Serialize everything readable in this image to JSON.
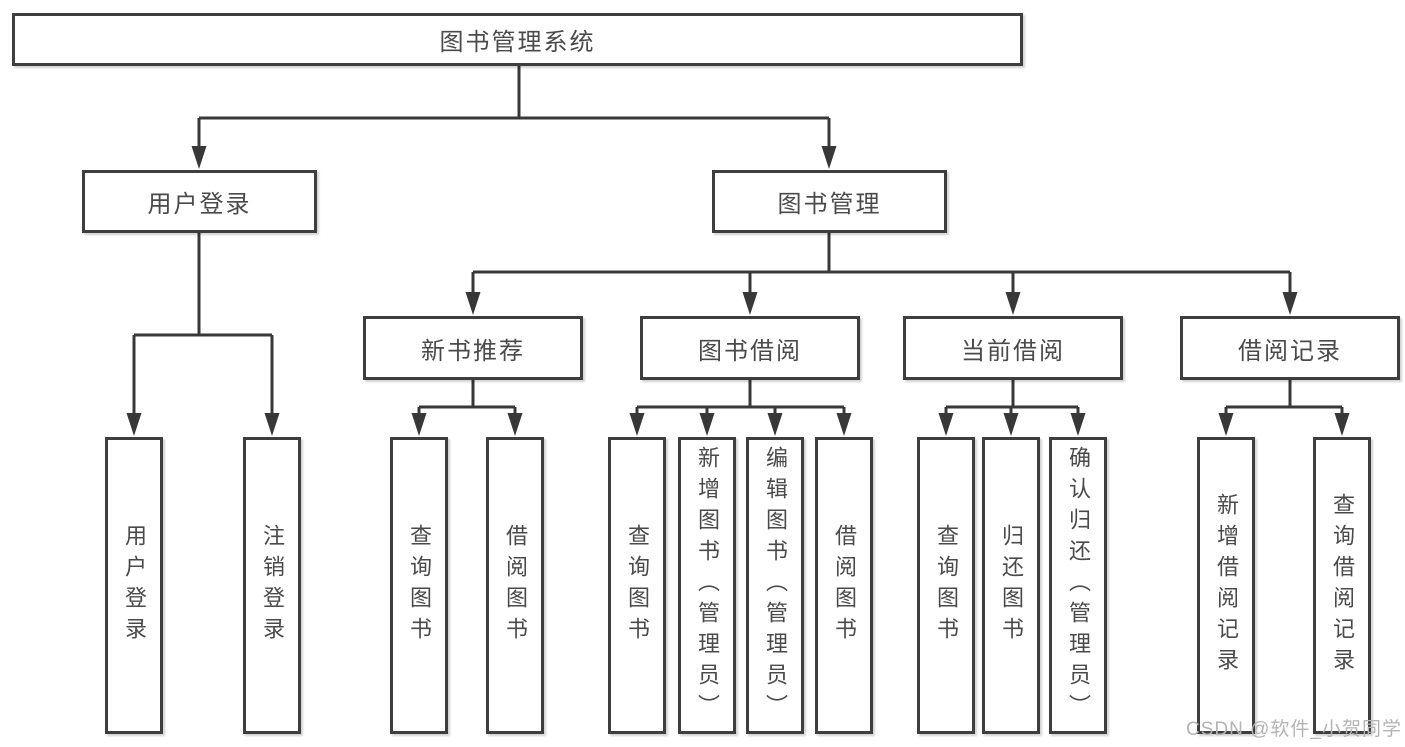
{
  "nodes": {
    "root": {
      "label": "图书管理系统"
    },
    "user_login": {
      "label": "用户登录"
    },
    "book_mgmt": {
      "label": "图书管理"
    },
    "new_book_rec": {
      "label": "新书推荐"
    },
    "book_borrow": {
      "label": "图书借阅"
    },
    "current_borrow": {
      "label": "当前借阅"
    },
    "borrow_records": {
      "label": "借阅记录"
    },
    "ul_login": {
      "label": "用户登录"
    },
    "ul_logout": {
      "label": "注销登录"
    },
    "nb_query": {
      "label": "查询图书"
    },
    "nb_borrow": {
      "label": "借阅图书"
    },
    "bb_query": {
      "label": "查询图书"
    },
    "bb_add": {
      "label": "新增图书（管理员）"
    },
    "bb_edit": {
      "label": "编辑图书（管理员）"
    },
    "bb_borrow": {
      "label": "借阅图书"
    },
    "cb_query": {
      "label": "查询图书"
    },
    "cb_return": {
      "label": "归还图书"
    },
    "cb_confirm": {
      "label": "确认归还（管理员）"
    },
    "br_add": {
      "label": "新增借阅记录"
    },
    "br_query": {
      "label": "查询借阅记录"
    }
  },
  "edges": [
    {
      "from": "root",
      "to": "user_login"
    },
    {
      "from": "root",
      "to": "book_mgmt"
    },
    {
      "from": "user_login",
      "to": "ul_login"
    },
    {
      "from": "user_login",
      "to": "ul_logout"
    },
    {
      "from": "book_mgmt",
      "to": "new_book_rec"
    },
    {
      "from": "book_mgmt",
      "to": "book_borrow"
    },
    {
      "from": "book_mgmt",
      "to": "current_borrow"
    },
    {
      "from": "book_mgmt",
      "to": "borrow_records"
    },
    {
      "from": "new_book_rec",
      "to": "nb_query"
    },
    {
      "from": "new_book_rec",
      "to": "nb_borrow"
    },
    {
      "from": "book_borrow",
      "to": "bb_query"
    },
    {
      "from": "book_borrow",
      "to": "bb_add"
    },
    {
      "from": "book_borrow",
      "to": "bb_edit"
    },
    {
      "from": "book_borrow",
      "to": "bb_borrow"
    },
    {
      "from": "current_borrow",
      "to": "cb_query"
    },
    {
      "from": "current_borrow",
      "to": "cb_return"
    },
    {
      "from": "current_borrow",
      "to": "cb_confirm"
    },
    {
      "from": "borrow_records",
      "to": "br_add"
    },
    {
      "from": "borrow_records",
      "to": "br_query"
    }
  ],
  "watermark": {
    "text": "CSDN @软件_小贺同学"
  },
  "colors": {
    "line": "#383838",
    "box_border": "#3e3e3e",
    "text": "#4a4a4a",
    "watermark": "#b4b4b4",
    "background": "#ffffff"
  }
}
